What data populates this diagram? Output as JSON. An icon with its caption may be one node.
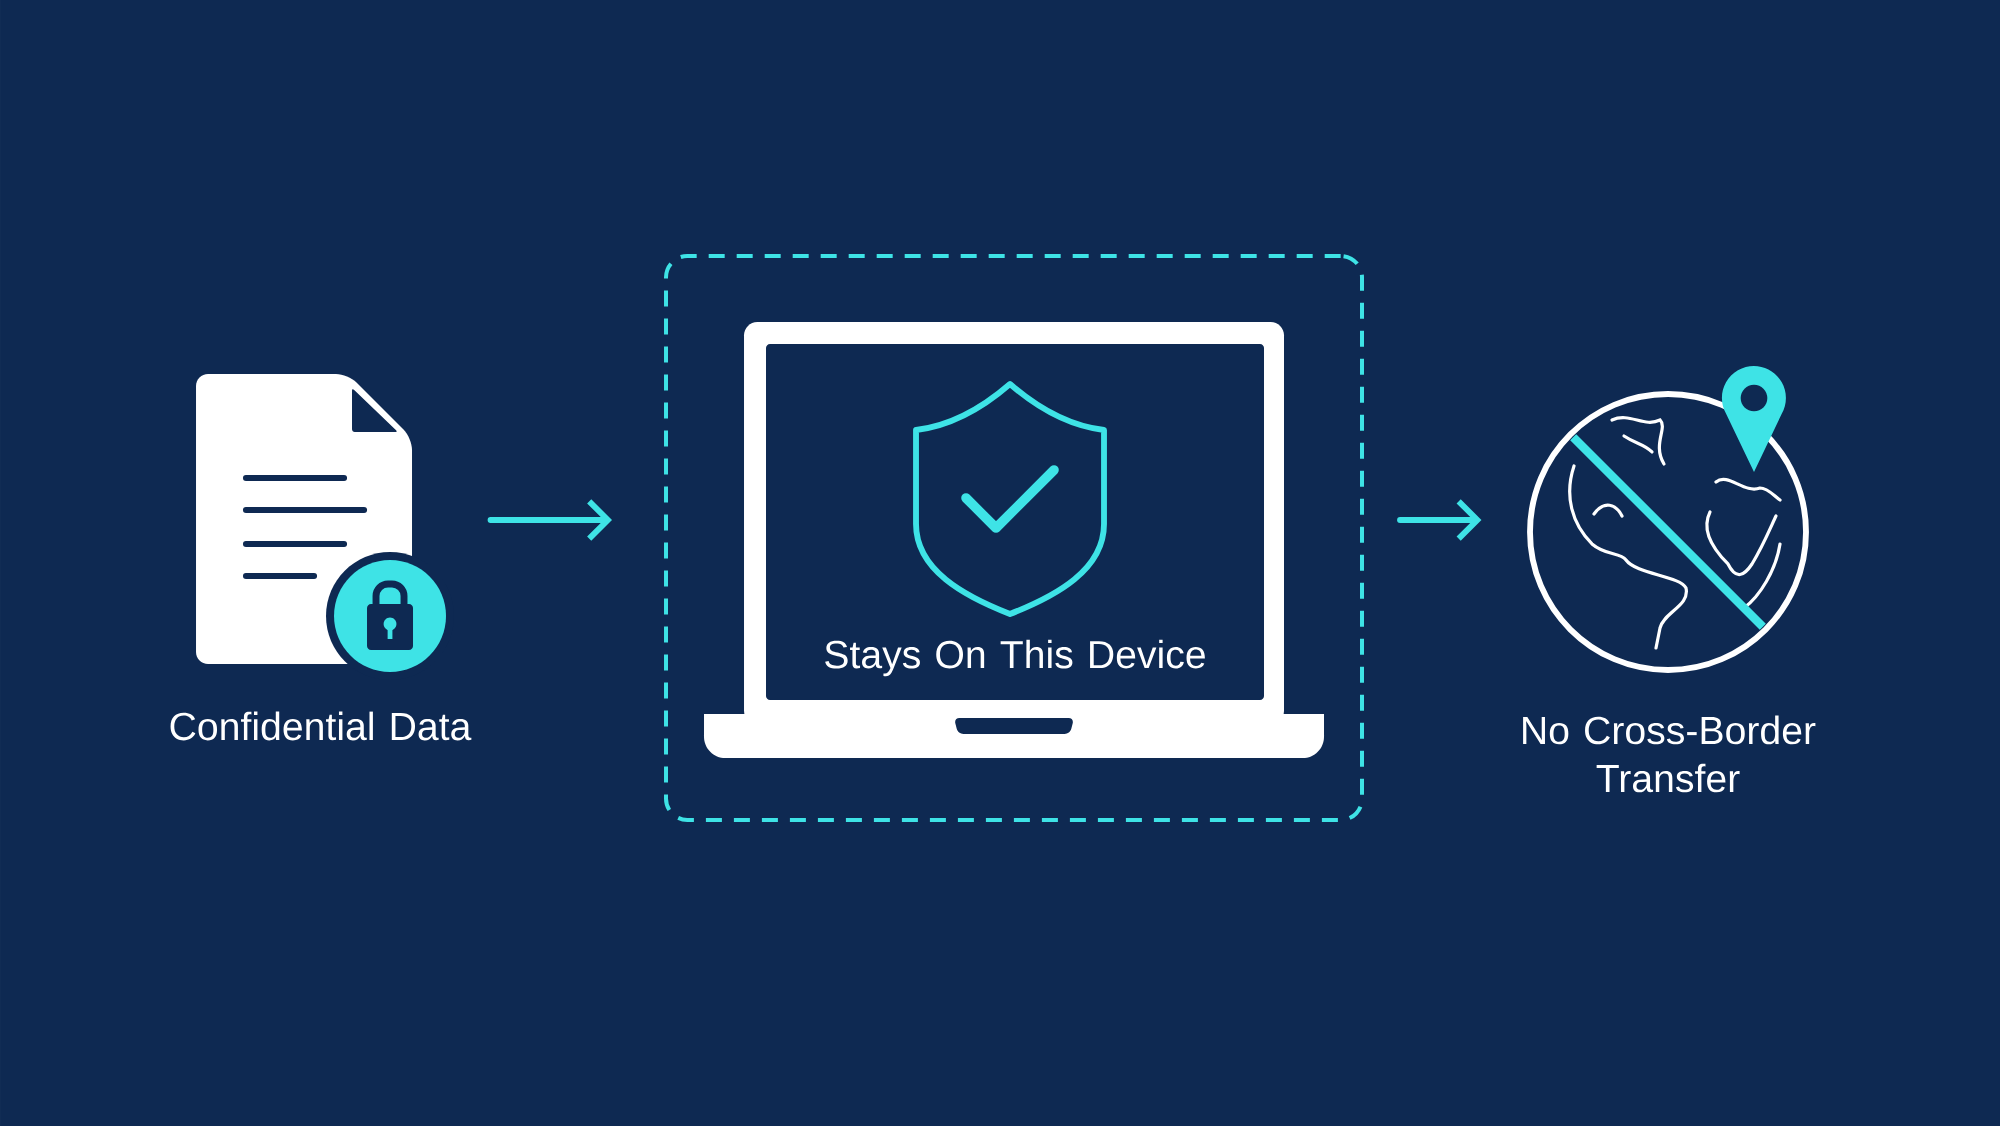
{
  "diagram": {
    "nodes": [
      {
        "text": [],
        "shape": "picture",
        "beside": [
          "Confidential Data"
        ]
      },
      {
        "text": [],
        "shape": "box"
      },
      {
        "text": [
          "Stays On This Device"
        ],
        "in": 1
      },
      {
        "text": [],
        "shape": "picture",
        "beside": [
          "No Cross-Border Transfer"
        ]
      }
    ],
    "edges": [
      {
        "from": 0,
        "to": 1,
        "arrow": "to"
      },
      {
        "from": 1,
        "to": 3,
        "arrow": "to"
      }
    ]
  }
}
